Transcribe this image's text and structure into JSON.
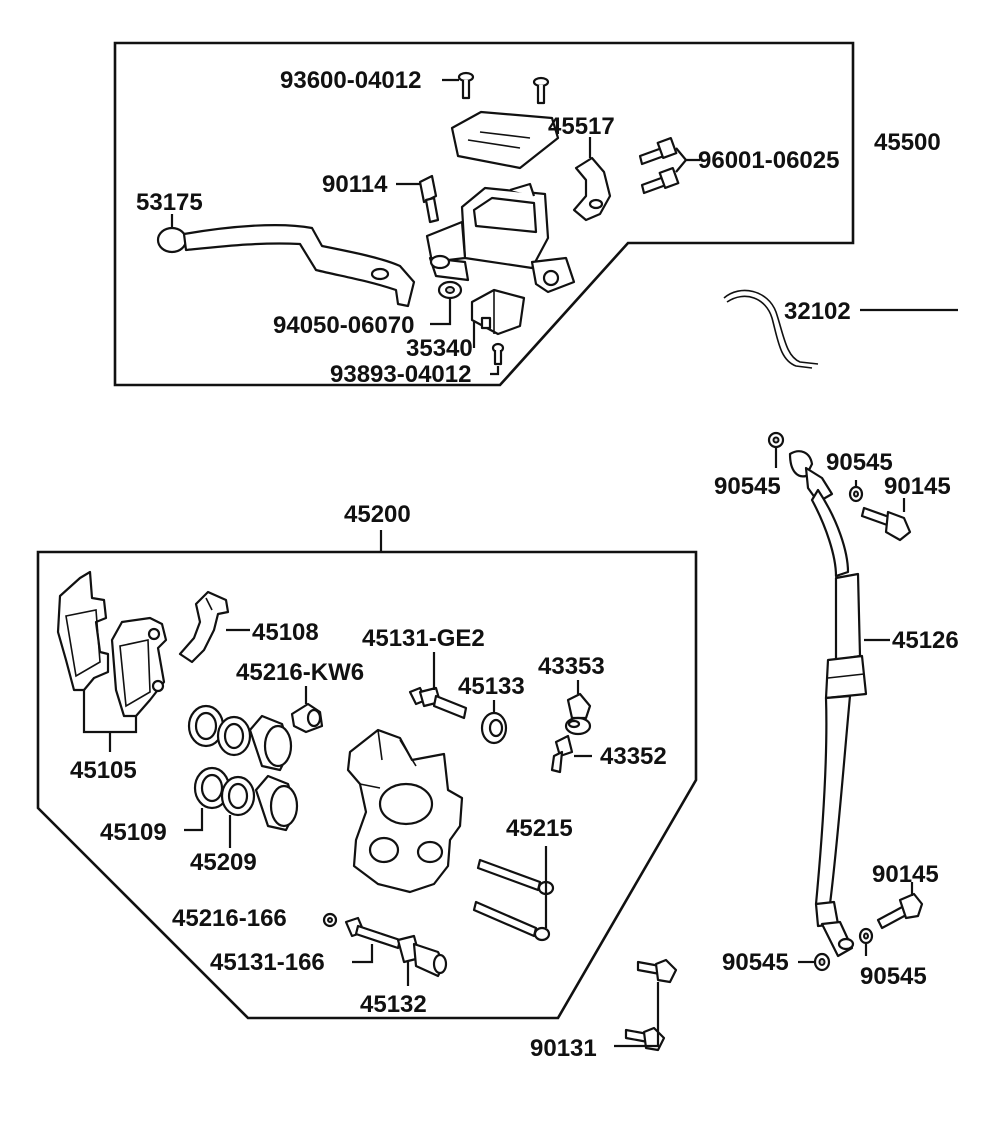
{
  "labels": {
    "p93600_04012": "93600-04012",
    "p45517": "45517",
    "p45500": "45500",
    "p96001_06025": "96001-06025",
    "p90114": "90114",
    "p53175": "53175",
    "p94050_06070": "94050-06070",
    "p35340": "35340",
    "p93893_04012": "93893-04012",
    "p32102": "32102",
    "p90545_a": "90545",
    "p90545_b": "90545",
    "p90145_a": "90145",
    "p45126": "45126",
    "p45200": "45200",
    "p45108": "45108",
    "p45131_ge2": "45131-GE2",
    "p45216_kw6": "45216-KW6",
    "p45133": "45133",
    "p43353": "43353",
    "p43352": "43352",
    "p45105": "45105",
    "p45109": "45109",
    "p45209": "45209",
    "p45215": "45215",
    "p45216_166": "45216-166",
    "p45131_166": "45131-166",
    "p45132": "45132",
    "p90145_b": "90145",
    "p90545_c": "90545",
    "p90545_d": "90545",
    "p90131": "90131"
  }
}
